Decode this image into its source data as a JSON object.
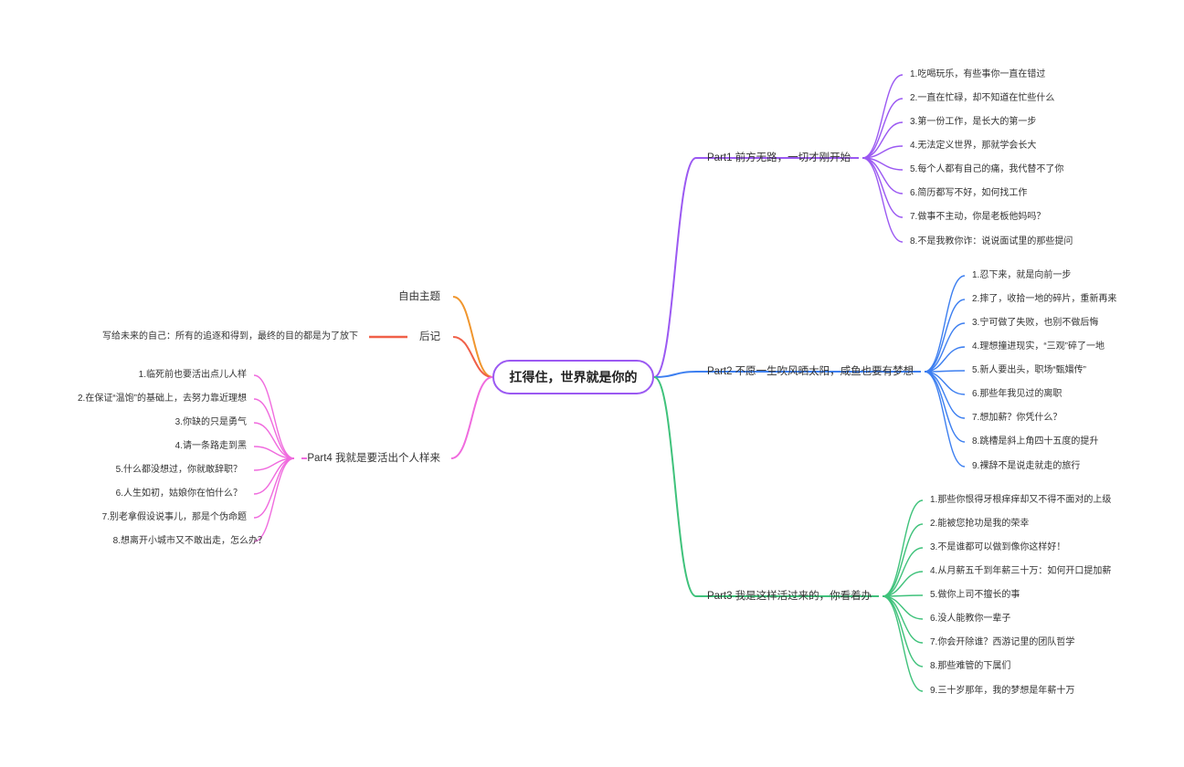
{
  "root": {
    "title": "扛得住，世界就是你的",
    "color": "#9b59f2"
  },
  "branches": {
    "part1": {
      "label": "Part1 前方无路，一切才刚开始",
      "color": "#9b59f2",
      "items": [
        "1.吃喝玩乐，有些事你一直在错过",
        "2.一直在忙碌，却不知道在忙些什么",
        "3.第一份工作，是长大的第一步",
        "4.无法定义世界，那就学会长大",
        "5.每个人都有自己的痛，我代替不了你",
        "6.简历都写不好，如何找工作",
        "7.做事不主动，你是老板他妈吗？",
        "8.不是我教你诈：说说面试里的那些提问"
      ]
    },
    "part2": {
      "label": "Part2 不愿一生吹风晒太阳，咸鱼也要有梦想",
      "color": "#3d7ff0",
      "items": [
        "1.忍下来，就是向前一步",
        "2.摔了，收拾一地的碎片，重新再来",
        "3.宁可做了失败，也别不做后悔",
        "4.理想撞进现实，“三观”碎了一地",
        "5.新人要出头，职场“甄嬛传”",
        "6.那些年我见过的离职",
        "7.想加薪？你凭什么？",
        "8.跳槽是斜上角四十五度的提升",
        "9.裸辞不是说走就走的旅行"
      ]
    },
    "part3": {
      "label": "Part3 我是这样活过来的，你看着办",
      "color": "#3fc27b",
      "items": [
        "1.那些你恨得牙根痒痒却又不得不面对的上级",
        "2.能被您抢功是我的荣幸",
        "3.不是谁都可以做到像你这样好！",
        "4.从月薪五千到年薪三十万：如何开口提加薪",
        "5.做你上司不擅长的事",
        "6.没人能教你一辈子",
        "7.你会开除谁？西游记里的团队哲学",
        "8.那些难管的下属们",
        "9.三十岁那年，我的梦想是年薪十万"
      ]
    },
    "part4": {
      "label": "Part4 我就是要活出个人样来",
      "color": "#f06bde",
      "items": [
        "1.临死前也要活出点儿人样",
        "2.在保证“温饱”的基础上，去努力靠近理想",
        "3.你缺的只是勇气",
        "4.请一条路走到黑",
        "5.什么都没想过，你就敢辞职？",
        "6.人生如初，姑娘你在怕什么？",
        "7.别老拿假设说事儿，那是个伪命题",
        "8.想离开小城市又不敢出走，怎么办？"
      ]
    },
    "free": {
      "label": "自由主题",
      "color": "#f0962e"
    },
    "afterword": {
      "label": "后记",
      "color": "#f06048",
      "note": "写给未来的自己：所有的追逐和得到，最终的目的都是为了放下"
    }
  }
}
